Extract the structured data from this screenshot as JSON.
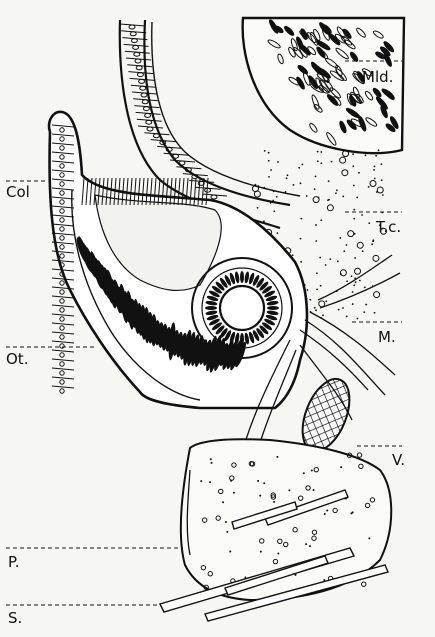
{
  "figure": {
    "labels": {
      "col": "Col",
      "ot": "Ot.",
      "p": "P.",
      "s": "S.",
      "mld": "Mld.",
      "tc": "T.c.",
      "m": "M.",
      "v": "V."
    }
  }
}
